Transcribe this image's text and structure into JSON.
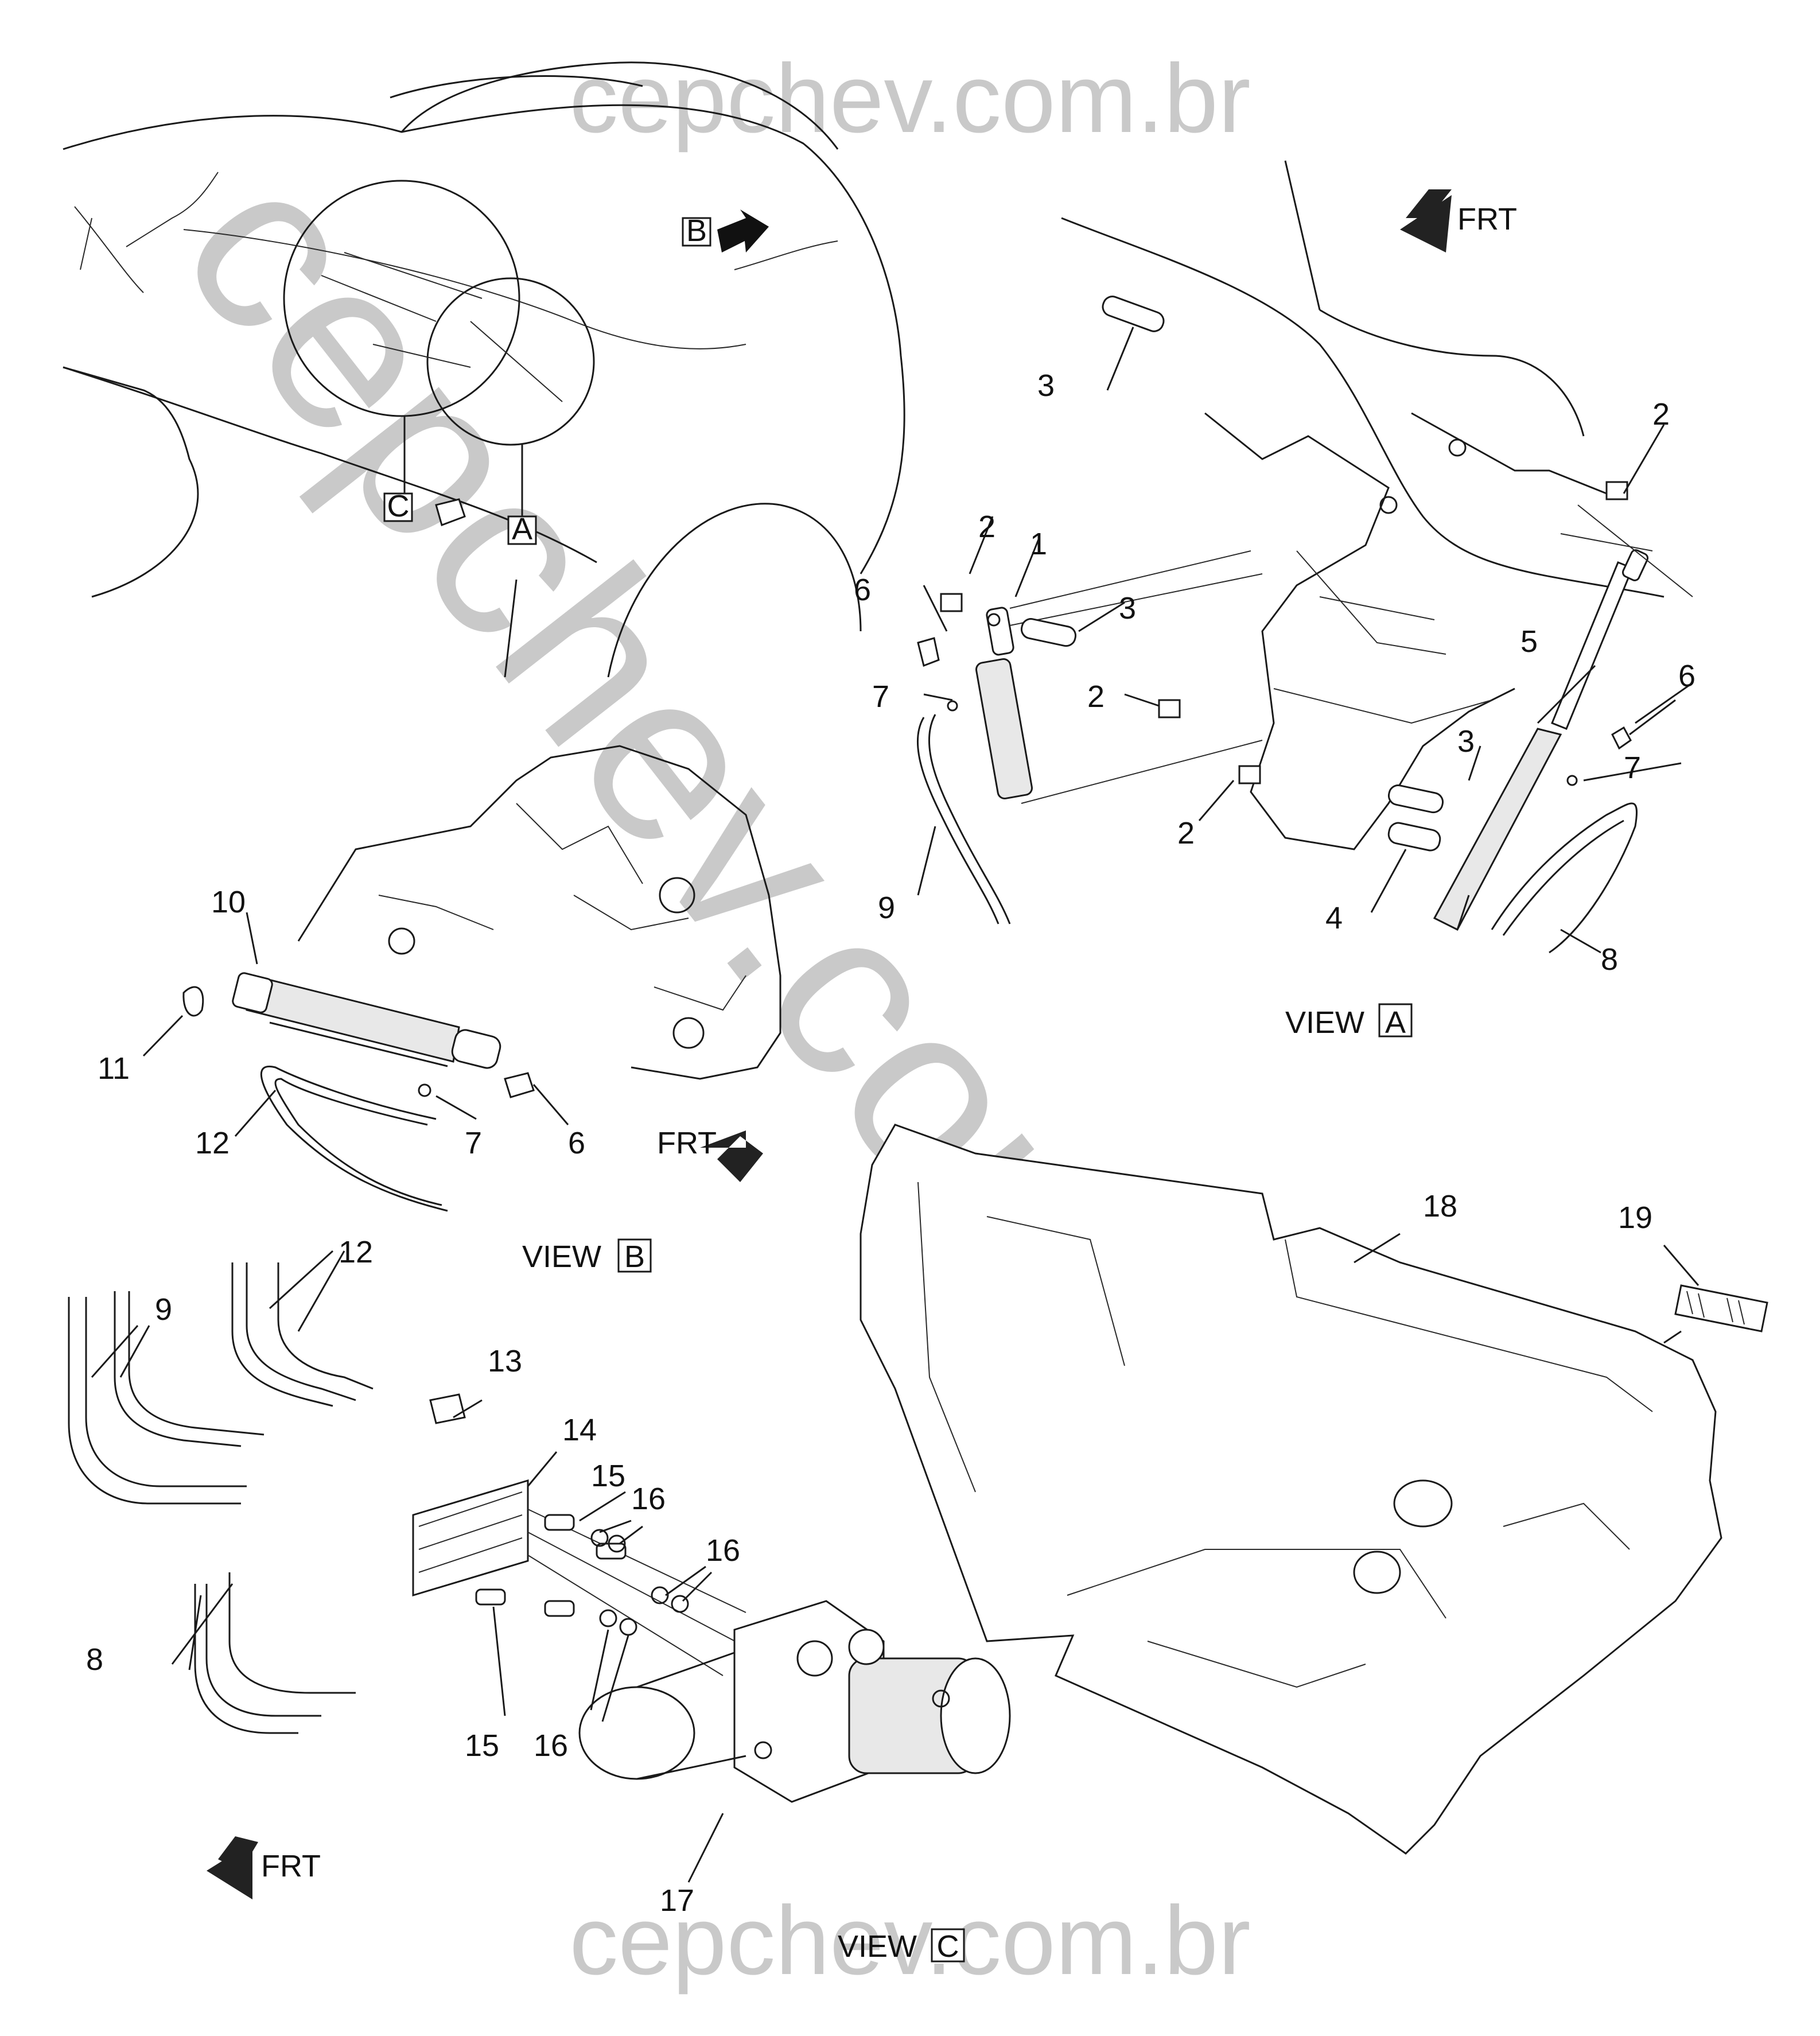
{
  "watermark": {
    "top": "cepchev.com.br",
    "diagonal": "cepchev.com.br",
    "bottom": "cepchev.com.br"
  },
  "callouts": {
    "c1": "1",
    "c2a": "2",
    "c2b": "2",
    "c2c": "2",
    "c2d": "2",
    "c3a": "3",
    "c3b": "3",
    "c3c": "3",
    "c4": "4",
    "c5": "5",
    "c6a": "6",
    "c6b": "6",
    "c6c": "6",
    "c7a": "7",
    "c7b": "7",
    "c7c": "7",
    "c8a": "8",
    "c8b": "8",
    "c9a": "9",
    "c9b": "9",
    "c10": "10",
    "c11": "11",
    "c12a": "12",
    "c12b": "12",
    "c13": "13",
    "c14": "14",
    "c15a": "15",
    "c15b": "15",
    "c16a": "16",
    "c16b": "16",
    "c16c": "16",
    "c17": "17",
    "c18": "18",
    "c19": "19"
  },
  "views": {
    "A": {
      "prefix": "VIEW",
      "letter": "A"
    },
    "B": {
      "prefix": "VIEW",
      "letter": "B"
    },
    "C": {
      "prefix": "VIEW",
      "letter": "C"
    }
  },
  "detail_refs": {
    "A": "A",
    "B": "B",
    "C": "C"
  },
  "front_arrow": "FRT"
}
